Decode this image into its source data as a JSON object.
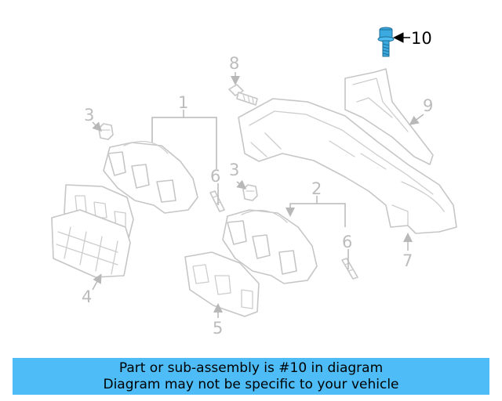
{
  "diagram": {
    "callouts": [
      "1",
      "2",
      "3",
      "3",
      "4",
      "5",
      "6",
      "6",
      "7",
      "8",
      "9",
      "10"
    ],
    "highlighted_part": "10",
    "highlight_color": "#3aaae0",
    "part_color": "#c6c6c6"
  },
  "banner": {
    "line1": "Part or sub-assembly is #10 in diagram",
    "line2": "Diagram may not be specific to your vehicle",
    "background": "#4dbcf7"
  }
}
